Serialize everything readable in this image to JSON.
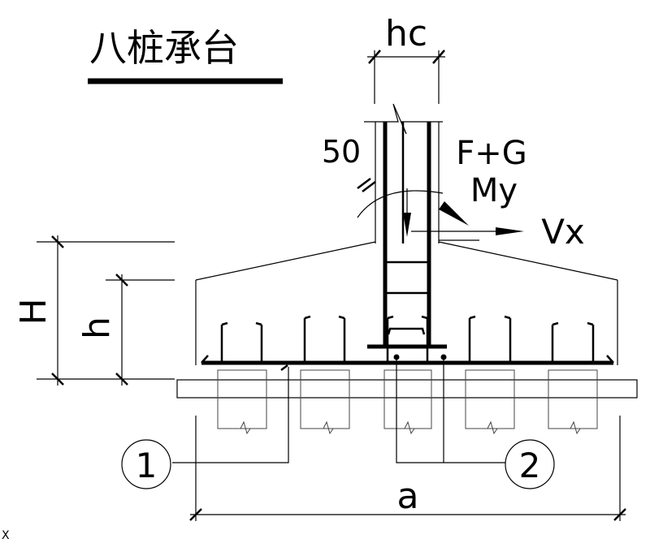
{
  "title": "八桩承台",
  "labels": {
    "column_width": "hc",
    "cover": "50",
    "axial_load": "F+G",
    "moment": "My",
    "shear": "Vx",
    "total_height": "H",
    "height": "h",
    "width": "a",
    "marker_1": "1",
    "marker_2": "2",
    "corner_mark": "X"
  }
}
